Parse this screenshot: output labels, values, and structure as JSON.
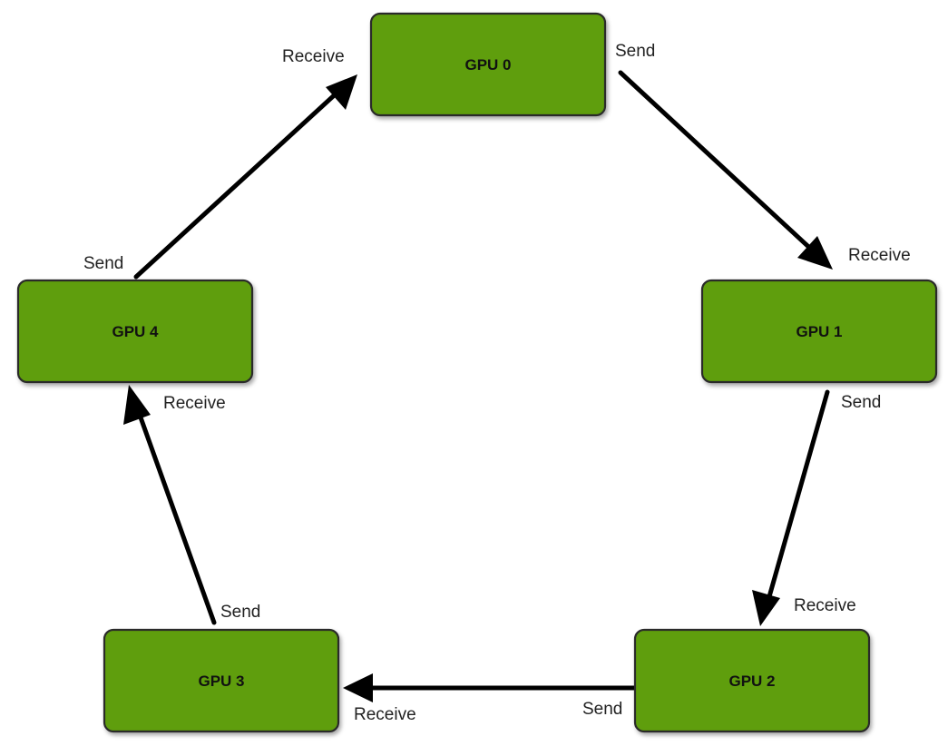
{
  "colors": {
    "node_fill": "#5f9e0a",
    "node_border": "#2b2b2b",
    "arrow": "#000000",
    "text": "#111111"
  },
  "nodes": [
    {
      "id": "gpu0",
      "label": "GPU 0"
    },
    {
      "id": "gpu1",
      "label": "GPU 1"
    },
    {
      "id": "gpu2",
      "label": "GPU 2"
    },
    {
      "id": "gpu3",
      "label": "GPU 3"
    },
    {
      "id": "gpu4",
      "label": "GPU 4"
    }
  ],
  "edges": [
    {
      "from": "gpu0",
      "to": "gpu1",
      "send_label": "Send",
      "receive_label": "Receive"
    },
    {
      "from": "gpu1",
      "to": "gpu2",
      "send_label": "Send",
      "receive_label": "Receive"
    },
    {
      "from": "gpu2",
      "to": "gpu3",
      "send_label": "Send",
      "receive_label": "Receive"
    },
    {
      "from": "gpu3",
      "to": "gpu4",
      "send_label": "Send",
      "receive_label": "Receive"
    },
    {
      "from": "gpu4",
      "to": "gpu0",
      "send_label": "Send",
      "receive_label": "Receive"
    }
  ]
}
